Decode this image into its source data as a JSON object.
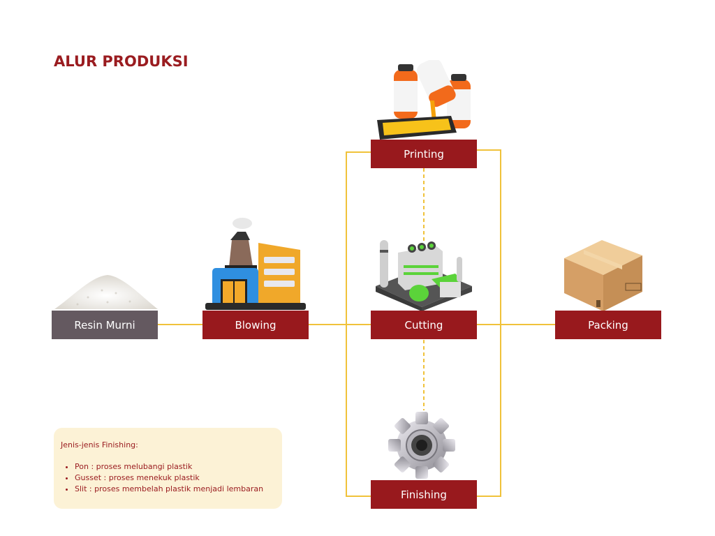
{
  "title": "ALUR PRODUKSI",
  "colors": {
    "accent": "#98191d",
    "raw_material": "#645960",
    "connector": "#f0c23a",
    "note_bg": "#fcf2d6"
  },
  "nodes": {
    "resin": {
      "label": "Resin Murni",
      "icon": "rice-pile-icon"
    },
    "blowing": {
      "label": "Blowing",
      "icon": "factory-icon"
    },
    "printing": {
      "label": "Printing",
      "icon": "ink-bottles-icon"
    },
    "cutting": {
      "label": "Cutting",
      "icon": "industrial-plant-icon"
    },
    "finishing": {
      "label": "Finishing",
      "icon": "gear-icon"
    },
    "packing": {
      "label": "Packing",
      "icon": "cardboard-box-icon"
    }
  },
  "note": {
    "heading": "Jenis-jenis Finishing:",
    "items": [
      "Pon : proses melubangi plastik",
      "Gusset : proses menekuk plastik",
      "Slit : proses membelah plastik menjadi lembaran"
    ]
  }
}
